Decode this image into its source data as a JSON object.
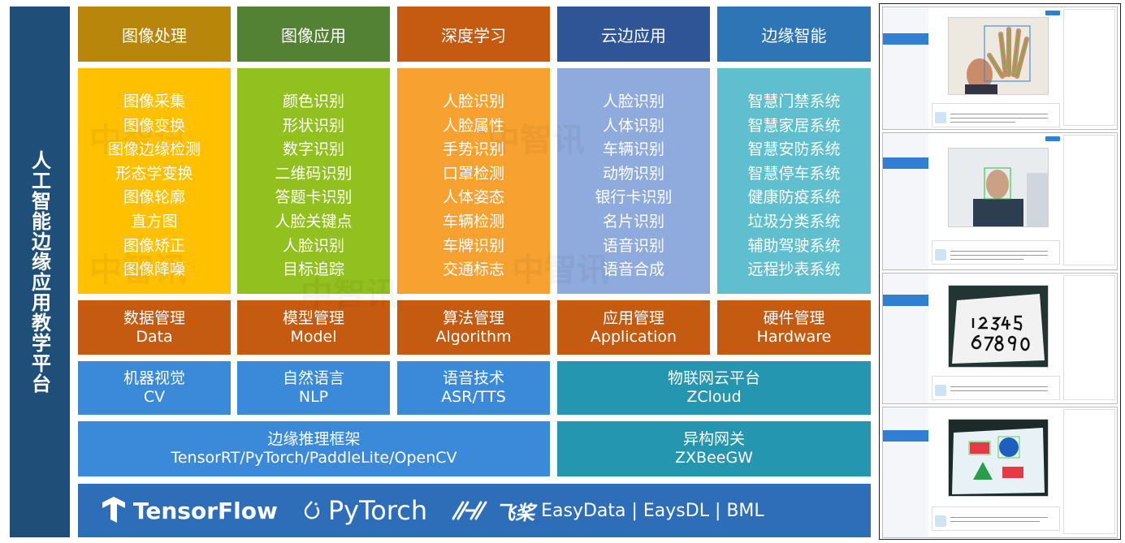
{
  "sidebar": {
    "title": "人工智能边缘应用教学平台"
  },
  "columns": [
    {
      "header": "图像处理",
      "header_color": "#b8860b",
      "list_color": "#ffc000",
      "items": [
        "图像采集",
        "图像变换",
        "图像边缘检测",
        "形态学变换",
        "图像轮廓",
        "直方图",
        "图像矫正",
        "图像降噪"
      ]
    },
    {
      "header": "图像应用",
      "header_color": "#548235",
      "list_color": "#92c01f",
      "items": [
        "颜色识别",
        "形状识别",
        "数字识别",
        "二维码识别",
        "答题卡识别",
        "人脸关键点",
        "人脸识别",
        "目标追踪"
      ]
    },
    {
      "header": "深度学习",
      "header_color": "#c55a11",
      "list_color": "#f7a130",
      "items": [
        "人脸识别",
        "人脸属性",
        "手势识别",
        "口罩检测",
        "人体姿态",
        "车辆检测",
        "车牌识别",
        "交通标志"
      ]
    },
    {
      "header": "云边应用",
      "header_color": "#2f5597",
      "list_color": "#8faadc",
      "items": [
        "人脸识别",
        "人体识别",
        "车辆识别",
        "动物识别",
        "银行卡识别",
        "名片识别",
        "语音识别",
        "语音合成"
      ]
    },
    {
      "header": "边缘智能",
      "header_color": "#2e75b6",
      "list_color": "#5fbfcf",
      "items": [
        "智慧门禁系统",
        "智慧家居系统",
        "智慧安防系统",
        "智慧停车系统",
        "健康防疫系统",
        "垃圾分类系统",
        "辅助驾驶系统",
        "远程抄表系统"
      ]
    }
  ],
  "management": [
    {
      "cn": "数据管理",
      "en": "Data"
    },
    {
      "cn": "模型管理",
      "en": "Model"
    },
    {
      "cn": "算法管理",
      "en": "Algorithm"
    },
    {
      "cn": "应用管理",
      "en": "Application"
    },
    {
      "cn": "硬件管理",
      "en": "Hardware"
    }
  ],
  "management_color": "#c55a11",
  "tech": {
    "cv": {
      "cn": "机器视觉",
      "en": "CV"
    },
    "nlp": {
      "cn": "自然语言",
      "en": "NLP"
    },
    "asr": {
      "cn": "语音技术",
      "en": "ASR/TTS"
    },
    "iot": {
      "cn": "物联网云平台",
      "en": "ZCloud"
    },
    "edge": {
      "cn": "边缘推理框架",
      "en": "TensorRT/PyTorch/PaddleLite/OpenCV"
    },
    "gateway": {
      "cn": "异构网关",
      "en": "ZXBeeGW"
    }
  },
  "colors": {
    "blue": "#3b8ad9",
    "teal": "#2596b0",
    "bottom": "#2e6eb8",
    "side": "#1f4e79"
  },
  "bottom": {
    "tensorflow": "TensorFlow",
    "pytorch": "PyTorch",
    "paddle_cn": "飞桨",
    "paddle_rest": "EasyData | EaysDL | BML"
  },
  "watermark": "中智讯"
}
